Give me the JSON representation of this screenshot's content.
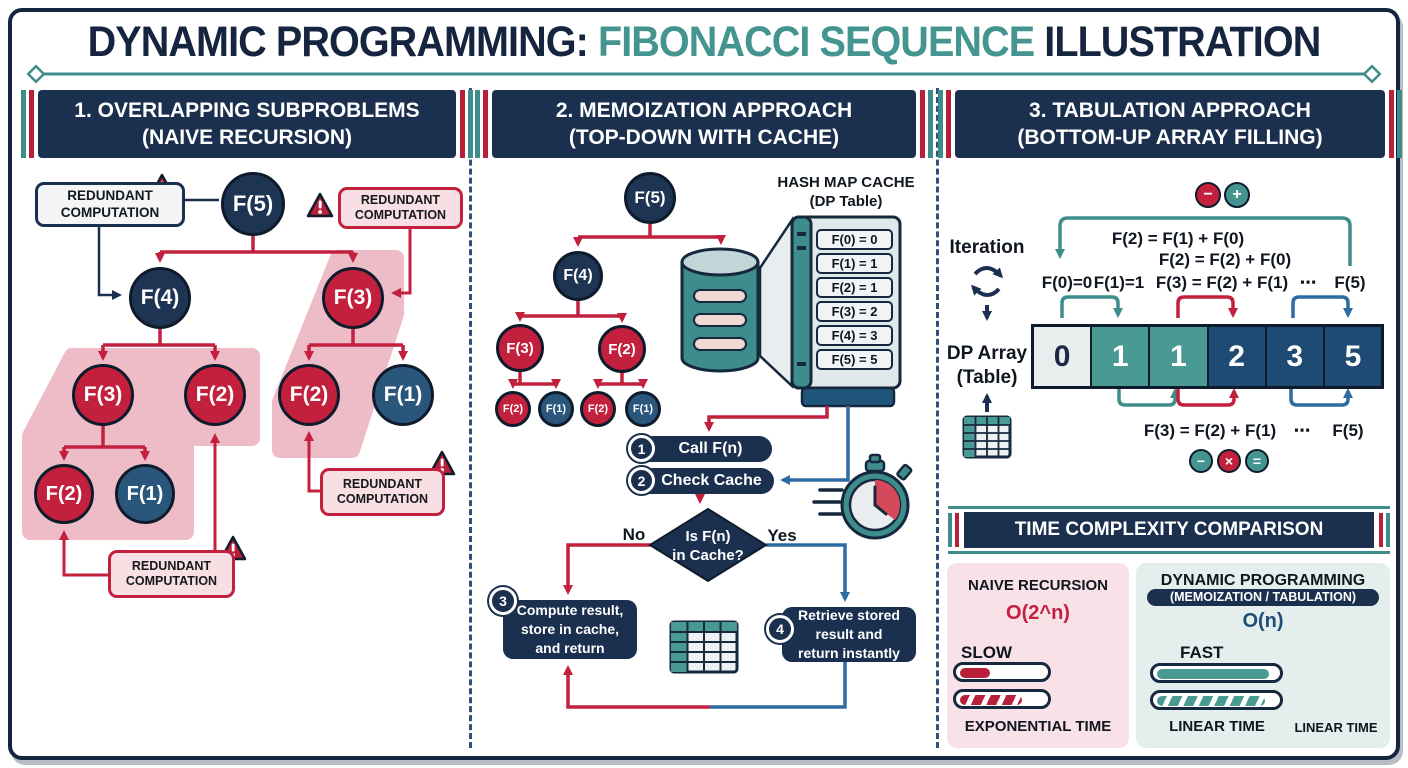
{
  "title": {
    "part1": "DYNAMIC PROGRAMMING: ",
    "part2": "FIBONACCI SEQUENCE",
    "part3": " ILLUSTRATION"
  },
  "panel1": {
    "header_line1": "1. OVERLAPPING SUBPROBLEMS",
    "header_line2": "(NAIVE RECURSION)",
    "callout_line1": "REDUNDANT",
    "callout_line2": "COMPUTATION",
    "nodes": {
      "f5": "F(5)",
      "f4": "F(4)",
      "f3_right": "F(3)",
      "f3_left": "F(3)",
      "f2_mid": "F(2)",
      "f2_right": "F(2)",
      "f1_right": "F(1)",
      "f2_bottom": "F(2)",
      "f1_bottom": "F(1)"
    }
  },
  "panel2": {
    "header_line1": "2. MEMOIZATION APPROACH",
    "header_line2": "(TOP-DOWN WITH CACHE)",
    "nodes": {
      "f5": "F(5)",
      "f4": "F(4)",
      "f3": "F(3)",
      "f2": "F(2)",
      "leaf1": "F(2)",
      "leaf2": "F(1)",
      "leaf3": "F(2)",
      "leaf4": "F(1)"
    },
    "cache_title_line1": "HASH MAP CACHE",
    "cache_title_line2": "(DP Table)",
    "cache_rows": [
      "F(0) = 0",
      "F(1) = 1",
      "F(2) = 1",
      "F(3) = 2",
      "F(4) = 3",
      "F(5) = 5"
    ],
    "flow": {
      "step1_num": "1",
      "step1_label": "Call F(n)",
      "step2_num": "2",
      "step2_label": "Check Cache",
      "decision_line1": "Is F(n)",
      "decision_line2": "in Cache?",
      "no_label": "No",
      "yes_label": "Yes",
      "step3_num": "3",
      "step3_line1": "Compute result,",
      "step3_line2": "store in cache,",
      "step3_line3": "and return",
      "step4_num": "4",
      "step4_line1": "Retrieve stored",
      "step4_line2": "result and",
      "step4_line3": "return instantly"
    }
  },
  "panel3": {
    "header_line1": "3. TABULATION APPROACH",
    "header_line2": "(BOTTOM-UP ARRAY FILLING)",
    "iteration_label": "Iteration",
    "dp_label_line1": "DP Array",
    "dp_label_line2": "(Table)",
    "op_minus_top": "−",
    "op_plus_top": "+",
    "formula1": "F(2) = F(1) + F(0)",
    "formula2": "F(2) = F(2) + F(0)",
    "base0": "F(0)=0",
    "base1": "F(1)=1",
    "formula3": "F(3) = F(2) + F(1)",
    "ellipsis_top": "⋯",
    "target_top": "F(5)",
    "array_cells": [
      "0",
      "1",
      "1",
      "2",
      "3",
      "5"
    ],
    "formula_bottom": "F(3) = F(2) + F(1)",
    "ellipsis_bottom": "⋯",
    "target_bottom": "F(5)",
    "op_minus_bottom": "−",
    "op_times_bottom": "×",
    "op_equals_bottom": "="
  },
  "comparison": {
    "header": "TIME COMPLEXITY COMPARISON",
    "naive": {
      "title": "NAIVE RECURSION",
      "complexity": "O(2^n)",
      "speed_label": "SLOW",
      "footer": "EXPONENTIAL TIME"
    },
    "dp": {
      "title": "DYNAMIC PROGRAMMING",
      "subtitle": "(MEMOIZATION / TABULATION)",
      "complexity": "O(n)",
      "speed_label": "FAST",
      "bars_footer": "LINEAR TIME",
      "graph_footer": "LINEAR TIME"
    }
  },
  "colors": {
    "navy": "#15253f",
    "header_navy": "#1b2f4e",
    "red": "#c2203d",
    "teal": "#3e8d8b",
    "teal_cell": "#4a9a94",
    "blue": "#2d6ca3",
    "navy_cell": "#1e4a73",
    "pink_card": "#f9e2e7",
    "teal_card": "#e4eeec",
    "pink_highlight": "#edbcc6"
  }
}
